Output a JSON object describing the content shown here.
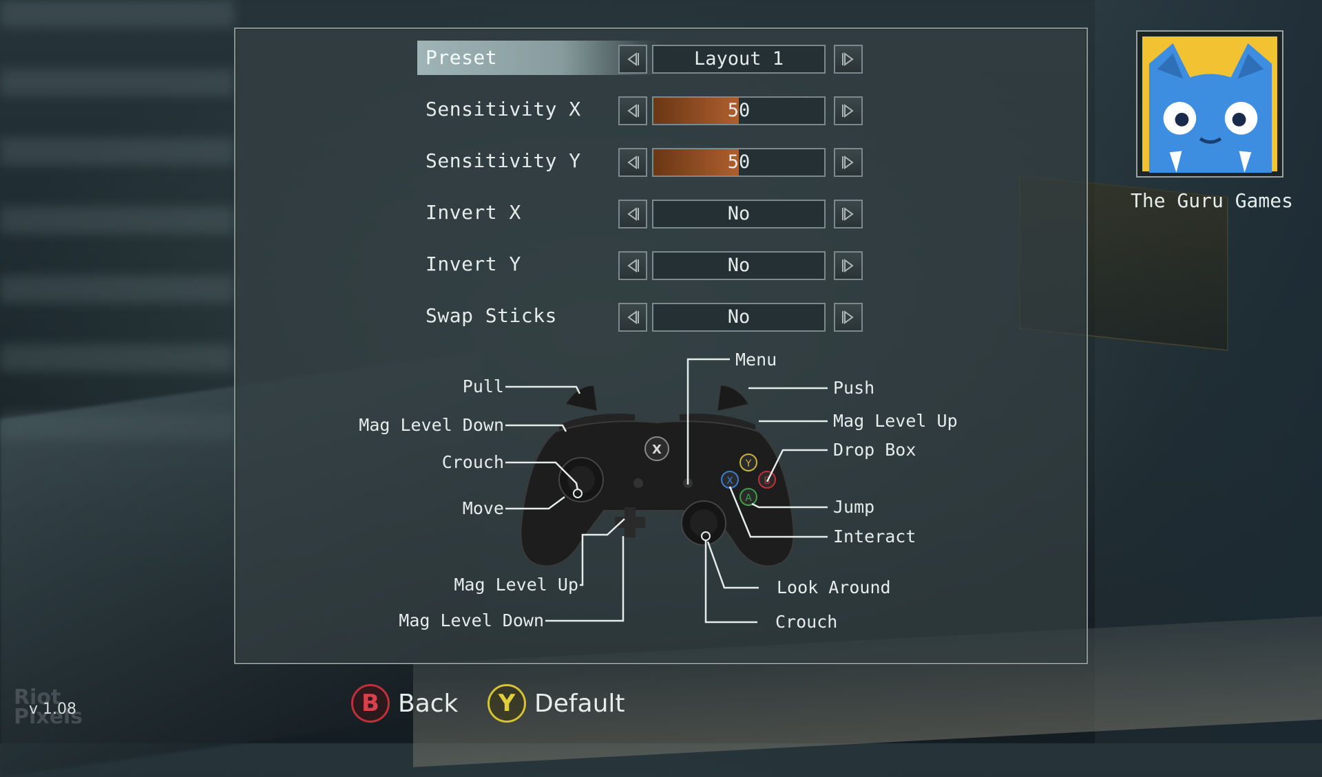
{
  "settings": {
    "rows": [
      {
        "label": "Preset",
        "value": "Layout 1",
        "selected": true
      },
      {
        "label": "Sensitivity X",
        "value": "50",
        "fill": 0.5
      },
      {
        "label": "Sensitivity Y",
        "value": "50",
        "fill": 0.5
      },
      {
        "label": "Invert X",
        "value": "No"
      },
      {
        "label": "Invert Y",
        "value": "No"
      },
      {
        "label": "Swap Sticks",
        "value": "No"
      }
    ]
  },
  "controller": {
    "menu": "Menu",
    "pull": "Pull",
    "push": "Push",
    "mag_level_down_bumper": "Mag Level Down",
    "mag_level_up_bumper": "Mag Level Up",
    "drop_box": "Drop Box",
    "crouch_left_stick": "Crouch",
    "move": "Move",
    "jump": "Jump",
    "interact": "Interact",
    "mag_level_up_dpad": "Mag Level Up",
    "mag_level_down_dpad": "Mag Level Down",
    "look_around": "Look Around",
    "crouch_right_stick": "Crouch"
  },
  "profile": {
    "username": "The Guru Games",
    "avatar_icon": "blue-cat-face-icon"
  },
  "prompts": {
    "back_key": "B",
    "back_label": "Back",
    "default_key": "Y",
    "default_label": "Default"
  },
  "version": "v 1.08",
  "watermark": "Riot\nPixels",
  "colors": {
    "slider_fill": "#b0602c",
    "b_button": "#c0303a",
    "y_button": "#d8c330",
    "avatar_bg": "#f2c233",
    "avatar_cat": "#3d8ee0"
  }
}
